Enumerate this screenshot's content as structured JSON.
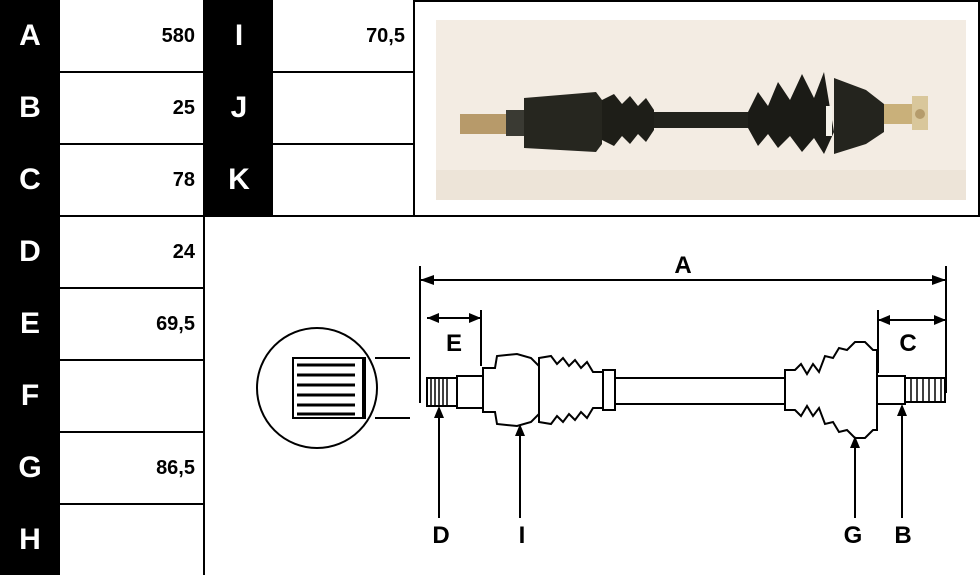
{
  "dimensions_left": [
    {
      "label": "A",
      "value": "580"
    },
    {
      "label": "B",
      "value": "25"
    },
    {
      "label": "C",
      "value": "78"
    },
    {
      "label": "D",
      "value": "24"
    },
    {
      "label": "E",
      "value": "69,5"
    },
    {
      "label": "F",
      "value": ""
    },
    {
      "label": "G",
      "value": "86,5"
    },
    {
      "label": "H",
      "value": ""
    }
  ],
  "dimensions_right": [
    {
      "label": "I",
      "value": "70,5"
    },
    {
      "label": "J",
      "value": ""
    },
    {
      "label": "K",
      "value": ""
    }
  ],
  "diagram_labels": {
    "a": "A",
    "e": "E",
    "c": "C",
    "d": "D",
    "i": "I",
    "g": "G",
    "b": "B"
  }
}
